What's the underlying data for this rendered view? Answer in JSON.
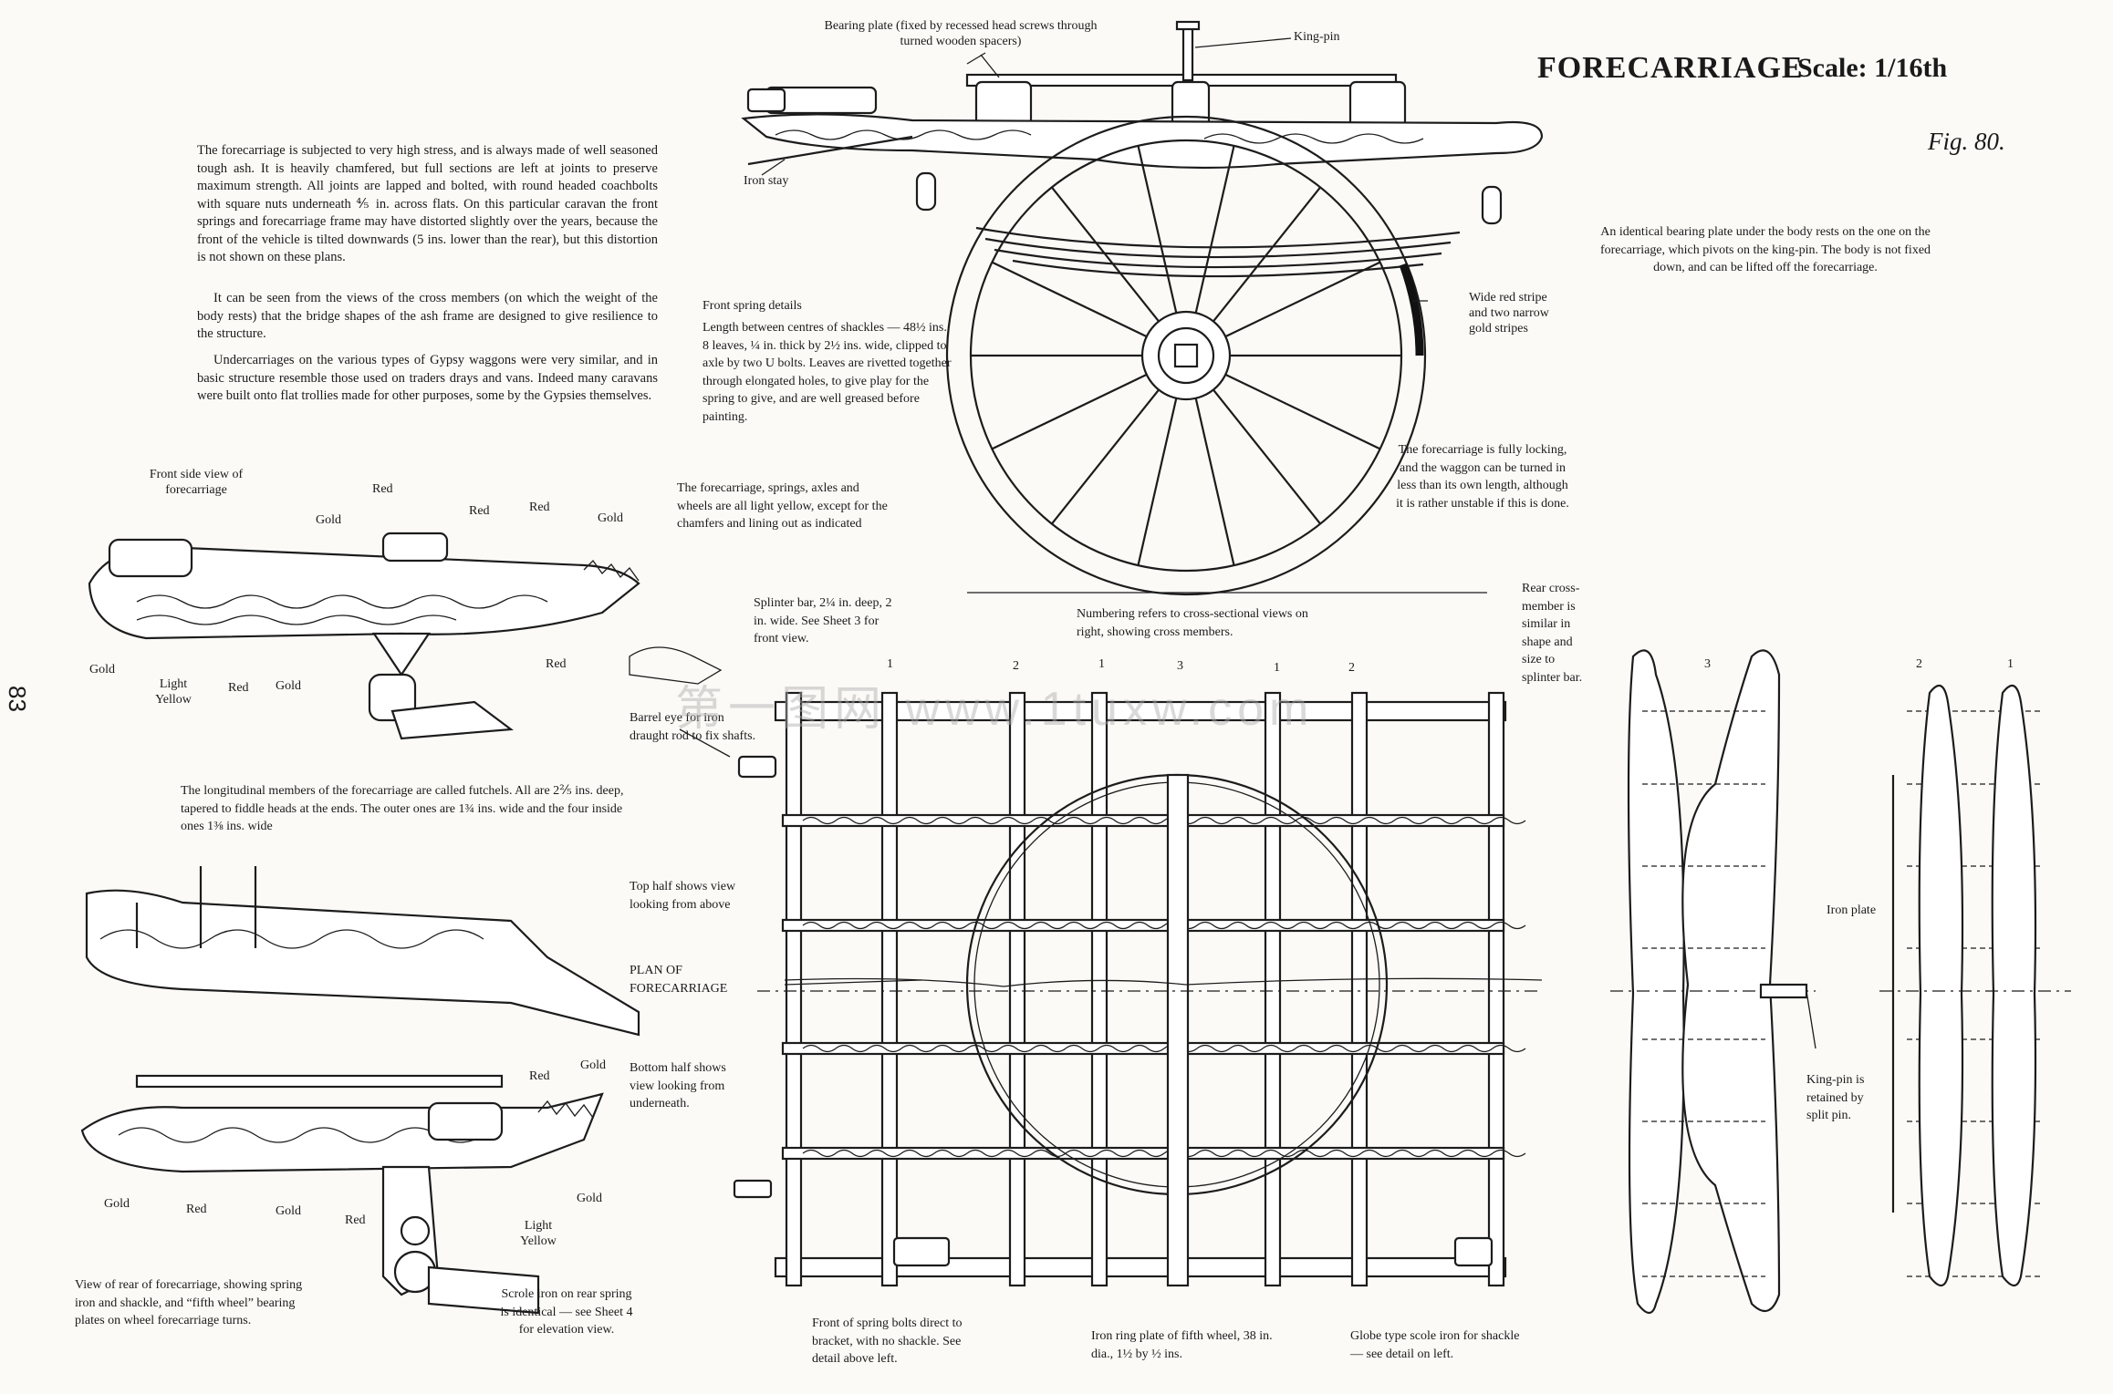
{
  "header": {
    "title": "FORECARRIAGE",
    "scale": "Scale: 1/16th",
    "fig": "Fig. 80.",
    "page_number": "83"
  },
  "intro": {
    "p1": "The forecarriage is subjected to very high stress, and is always made of well seasoned tough ash.  It is heavily chamfered, but full sections are left at joints to preserve maximum strength.  All joints are lapped and bolted, with round headed coachbolts with square nuts underneath ⅘ in. across flats.  On this particular caravan the front springs and forecarriage frame may have distorted slightly over the years, because the front of the vehicle is tilted downwards (5 ins. lower than the rear), but this distortion is not shown on these plans.",
    "p2": "It can be seen from the views of the cross members (on which the weight of the body rests) that the bridge shapes of the ash frame are designed to give resilience to the structure.",
    "p3": "Undercarriages on the various types of Gypsy waggons were very similar, and in basic structure resemble those used on traders drays and vans. Indeed many caravans were built onto flat trollies made for other purposes, some by the Gypsies themselves."
  },
  "right_note": "An identical bearing plate under the body rests on the one on the forecarriage, which pivots on the king-pin.  The body is not fixed down, and can be lifted off the forecarriage.",
  "top_drawing": {
    "bearing_plate": "Bearing plate (fixed by recessed head screws through turned wooden spacers)",
    "king_pin": "King-pin",
    "iron_stay": "Iron stay",
    "wide_red_stripe": "Wide red stripe and two narrow gold stripes",
    "front_spring_title": "Front spring details",
    "front_spring_text": "Length between centres of shackles — 48½ ins. 8 leaves, ¼ in. thick by 2½ ins. wide, clipped to axle by two U bolts.  Leaves are rivetted together through elongated holes, to give play for the spring to give, and are well greased before painting.",
    "colour_note": "The forecarriage, springs, axles and wheels are all light yellow, except for the chamfers and lining out as indicated",
    "locking_note": "The forecarriage is fully locking, and the waggon can be turned in less than its own length, although it is rather unstable if this is done."
  },
  "front_side_view": {
    "title": "Front side view of forecarriage",
    "labels": [
      "Red",
      "Gold",
      "Red",
      "Red",
      "Gold",
      "Gold",
      "Light Yellow",
      "Red",
      "Gold",
      "Red"
    ]
  },
  "futchels_note": "The longitudinal members of the forecarriage are called futchels.  All are 2⅖ ins. deep, tapered to fiddle heads at the ends.  The outer ones are 1¾ ins. wide and the four inside ones 1⅜ ins. wide",
  "rear_view": {
    "labels": [
      "Red",
      "Gold",
      "Gold",
      "Red",
      "Gold",
      "Red",
      "Gold",
      "Light Yellow"
    ],
    "caption": "View of rear of forecarriage, showing spring iron and shackle, and “fifth wheel” bearing plates on wheel forecarriage turns.",
    "scrole_note": "Scrole iron on rear spring is identical — see Sheet 4 for elevation view."
  },
  "plan": {
    "splinter_bar": "Splinter bar, 2¼ in. deep, 2 in. wide. See Sheet 3 for front view.",
    "numbering": "Numbering refers to cross-sectional views on right, showing cross members.",
    "barrel_eye": "Barrel eye for iron draught rod to fix shafts.",
    "top_half": "Top half shows view looking from above",
    "plan_label": "PLAN OF FORECARRIAGE",
    "bottom_half": "Bottom half shows view looking from underneath.",
    "front_spring_bolts": "Front of spring bolts direct to bracket, with no shackle.  See detail above left.",
    "iron_ring": "Iron ring plate of fifth wheel, 38 in. dia., 1½ by ½ ins.",
    "globe_scole": "Globe type scole iron for shackle — see detail on left.",
    "numbers": [
      "1",
      "2",
      "1",
      "3",
      "1",
      "2"
    ]
  },
  "cross_sections": {
    "rear_cross_member": "Rear cross-member is similar in shape and size to splinter bar.",
    "numbers": [
      "3",
      "2",
      "1"
    ],
    "iron_plate": "Iron plate",
    "king_pin_note": "King-pin is retained by split pin."
  },
  "watermark": "第一图网 www.1tuxw.com"
}
